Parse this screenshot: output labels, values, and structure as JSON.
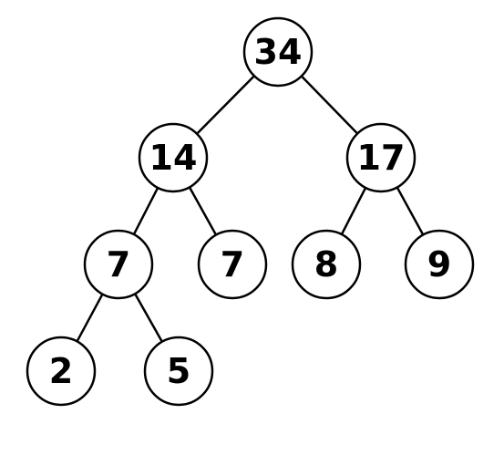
{
  "tree": {
    "nodes": [
      {
        "id": "n34",
        "label": "34"
      },
      {
        "id": "n14",
        "label": "14"
      },
      {
        "id": "n17",
        "label": "17"
      },
      {
        "id": "n7a",
        "label": "7"
      },
      {
        "id": "n7b",
        "label": "7"
      },
      {
        "id": "n8",
        "label": "8"
      },
      {
        "id": "n9",
        "label": "9"
      },
      {
        "id": "n2",
        "label": "2"
      },
      {
        "id": "n5",
        "label": "5"
      }
    ],
    "edges": [
      {
        "from": "n34",
        "to": "n14"
      },
      {
        "from": "n34",
        "to": "n17"
      },
      {
        "from": "n14",
        "to": "n7a"
      },
      {
        "from": "n14",
        "to": "n7b"
      },
      {
        "from": "n17",
        "to": "n8"
      },
      {
        "from": "n17",
        "to": "n9"
      },
      {
        "from": "n7a",
        "to": "n2"
      },
      {
        "from": "n7a",
        "to": "n5"
      }
    ]
  }
}
